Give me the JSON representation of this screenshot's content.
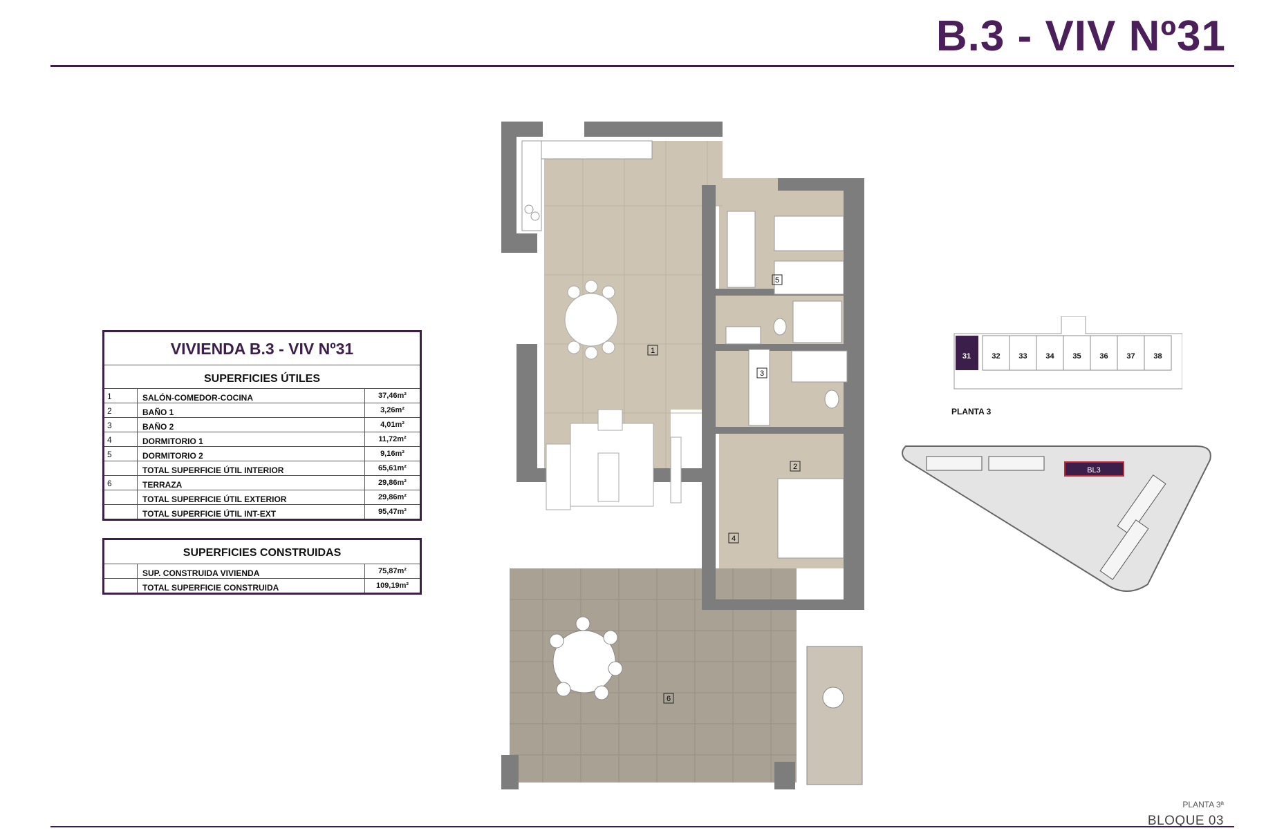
{
  "header": {
    "title": "B.3 - VIV Nº31"
  },
  "summary_table": {
    "title": "VIVIENDA B.3 - VIV Nº31",
    "useful_heading": "SUPERFICIES ÚTILES",
    "rows": [
      {
        "num": "1",
        "name": "SALÓN-COMEDOR-COCINA",
        "value": "37,46m²"
      },
      {
        "num": "2",
        "name": "BAÑO 1",
        "value": "3,26m²"
      },
      {
        "num": "3",
        "name": "BAÑO 2",
        "value": "4,01m²"
      },
      {
        "num": "4",
        "name": "DORMITORIO 1",
        "value": "11,72m²"
      },
      {
        "num": "5",
        "name": "DORMITORIO 2",
        "value": "9,16m²"
      },
      {
        "num": "",
        "name": "TOTAL SUPERFICIE ÚTIL INTERIOR",
        "value": "65,61m²"
      },
      {
        "num": "6",
        "name": "TERRAZA",
        "value": "29,86m²"
      },
      {
        "num": "",
        "name": "TOTAL SUPERFICIE ÚTIL EXTERIOR",
        "value": "29,86m²"
      },
      {
        "num": "",
        "name": "TOTAL SUPERFICIE ÚTIL INT-EXT",
        "value": "95,47m²"
      }
    ]
  },
  "built_table": {
    "heading": "SUPERFICIES CONSTRUIDAS",
    "rows": [
      {
        "num": "",
        "name": "SUP. CONSTRUIDA VIVIENDA",
        "value": "75,87m²"
      },
      {
        "num": "",
        "name": "TOTAL SUPERFICIE CONSTRUIDA",
        "value": "109,19m²"
      }
    ]
  },
  "plan": {
    "room_labels": [
      "1",
      "2",
      "3",
      "4",
      "5",
      "6"
    ],
    "colors": {
      "wall": "#7d7d7d",
      "floor": "#cdc4b4",
      "terrace": "#aaa195",
      "accent": "#3b1f4a"
    }
  },
  "key_plan": {
    "floor_label": "PLANTA 3",
    "units": [
      "31",
      "32",
      "33",
      "34",
      "35",
      "36",
      "37",
      "38"
    ],
    "selected_unit": "31",
    "block_label": "BL3"
  },
  "footer": {
    "planta": "PLANTA 3ª",
    "bloque": "BLOQUE 03"
  }
}
